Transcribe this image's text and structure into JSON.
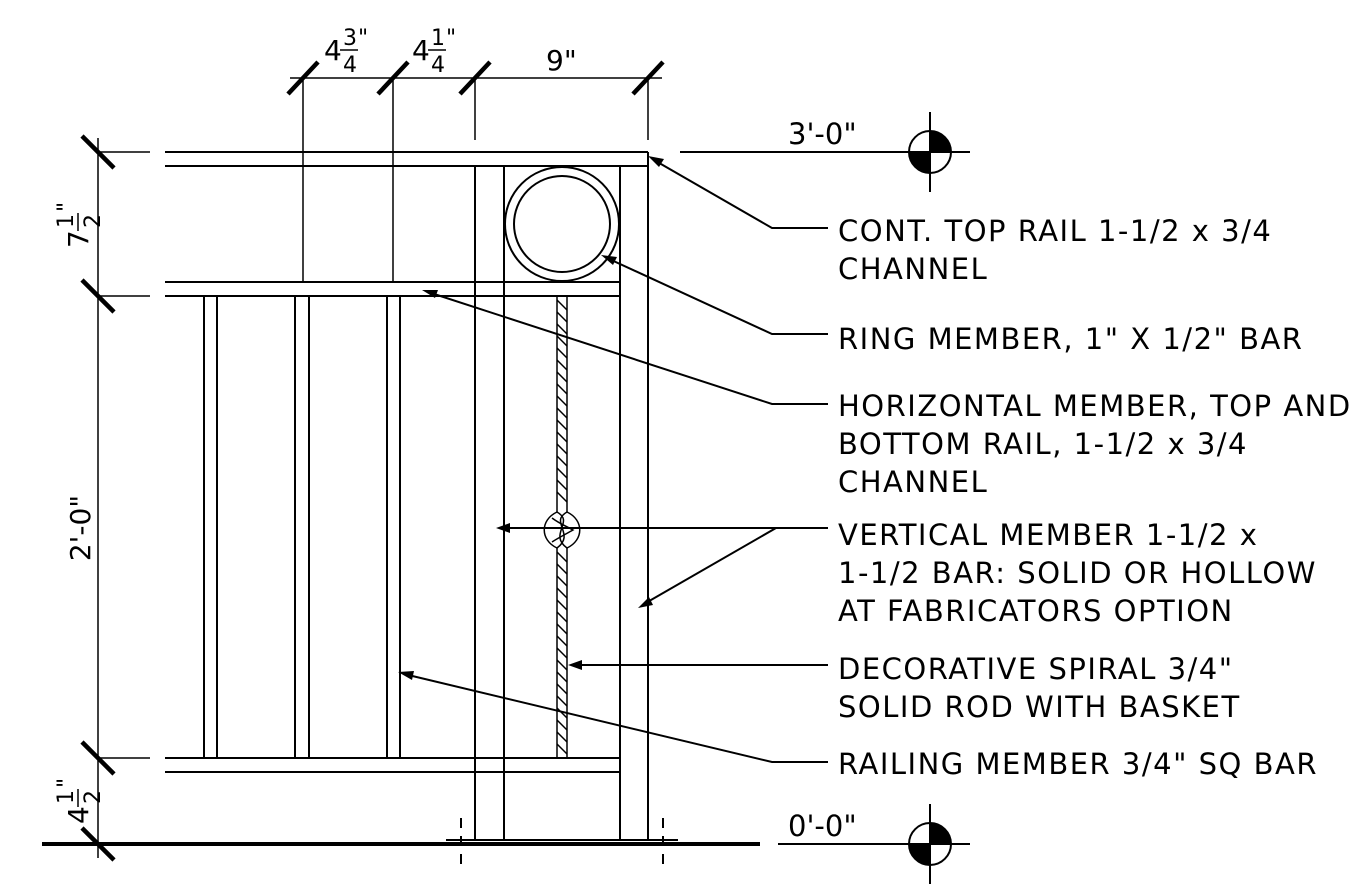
{
  "elevations": {
    "top": "3'-0\"",
    "bottom": "0'-0\""
  },
  "dimensions": {
    "d1_whole": "4",
    "d1_num": "3",
    "d1_den": "4",
    "d1_inch": "\"",
    "d2_whole": "4",
    "d2_num": "1",
    "d2_den": "4",
    "d2_inch": "\"",
    "d3": "9\"",
    "v1_whole": "7",
    "v1_num": "1",
    "v1_den": "2",
    "v1_inch": "\"",
    "v2": "2'-0\"",
    "v3_whole": "4",
    "v3_num": "1",
    "v3_den": "2",
    "v3_inch": "\""
  },
  "labels": {
    "top_rail": [
      "CONT. TOP RAIL 1-1/2 x 3/4",
      "CHANNEL"
    ],
    "ring": [
      "RING MEMBER, 1\" X 1/2\" BAR"
    ],
    "horizontal": [
      "HORIZONTAL MEMBER, TOP AND",
      "BOTTOM RAIL, 1-1/2 x 3/4",
      "CHANNEL"
    ],
    "vertical": [
      "VERTICAL MEMBER 1-1/2 x",
      "1-1/2 BAR: SOLID OR HOLLOW",
      "AT FABRICATORS OPTION"
    ],
    "spiral": [
      "DECORATIVE SPIRAL 3/4\"",
      "SOLID ROD WITH BASKET"
    ],
    "railing": [
      "RAILING MEMBER 3/4\" SQ BAR"
    ]
  }
}
